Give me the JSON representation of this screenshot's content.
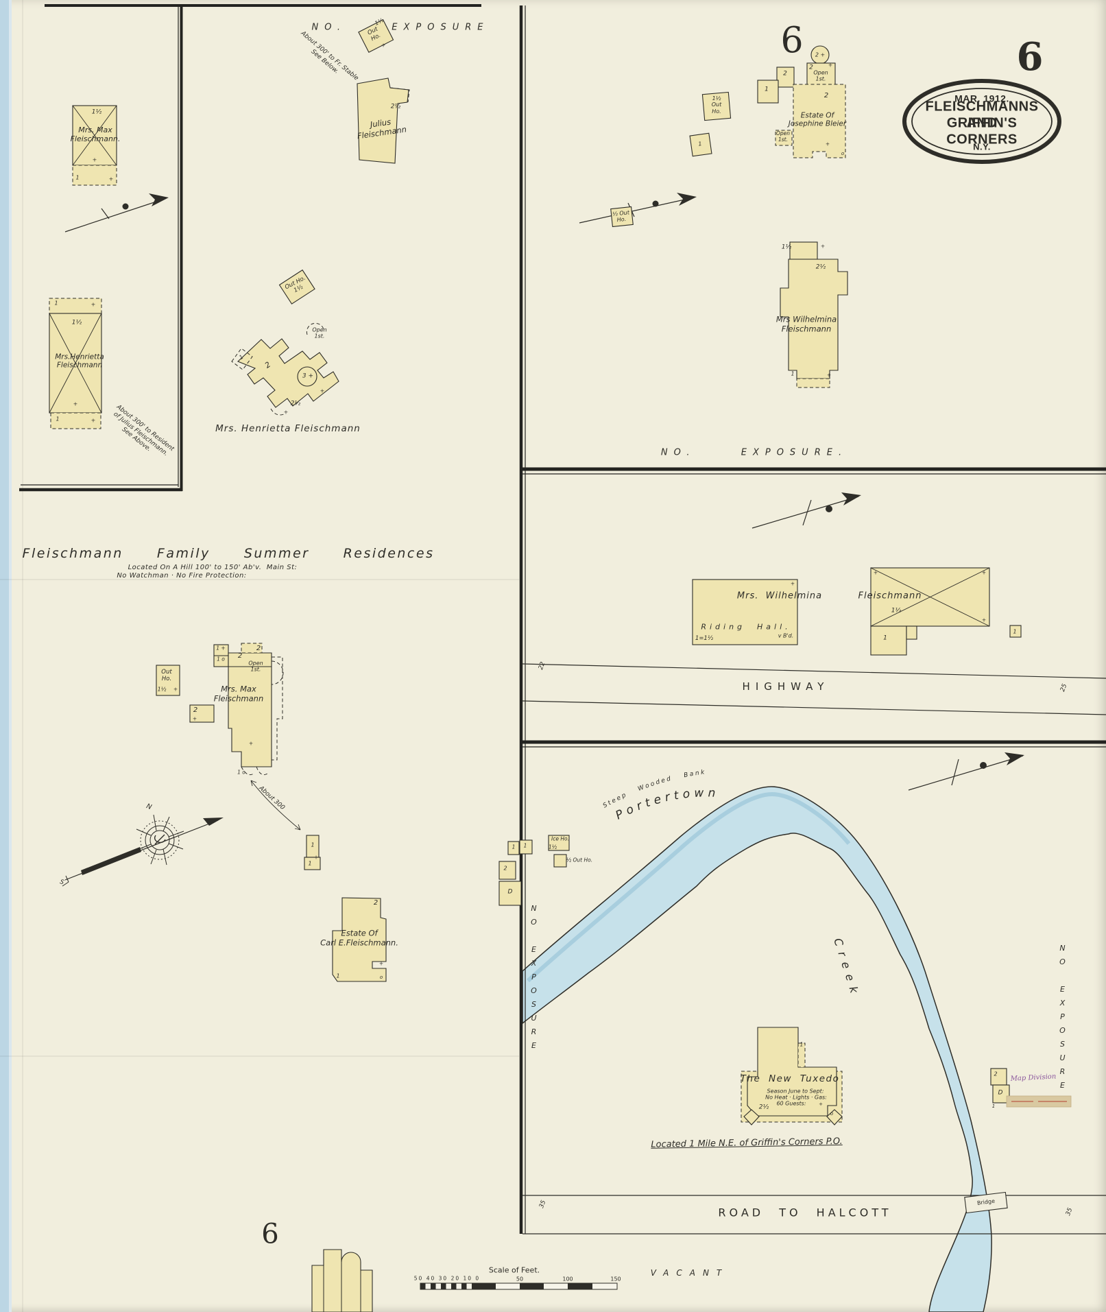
{
  "colors": {
    "paper": "#f1eedd",
    "building_fill": "#efe5b1",
    "creek_fill": "#c6e1ea",
    "ink": "#2e2d28",
    "page_edge_blue": "#bcd6e4",
    "stamp_purple": "#8a559c",
    "pasted_label_tan": "#d9c9a1"
  },
  "sheet": {
    "number_large": "6",
    "number_top": "6",
    "number_bottom": "6"
  },
  "stamp": {
    "date": "MAR. 1912.",
    "line1": "FLEISCHMANNS AND",
    "line2": "GRIFFIN'S CORNERS",
    "line3": "N.Y."
  },
  "inset": {
    "max_label": "Mrs. Max\nFleischmann.",
    "henrietta_label": "Mrs.Henrietta\nFleischmann",
    "note": "About 300' to Resident\nof Julius Fleischmann.\nSee Above."
  },
  "hill": {
    "no_exposure": "NO.  EXPOSURE",
    "out_ho": "Out\nHo.",
    "stable_note": "About 300' to Fr. Stable\nSee Below.",
    "julius_label": "Julius\nFleischmann",
    "out_ho_mid": "Out Ho.\n1½",
    "open_1st": "Open\n1st.",
    "henrietta_label": "Mrs. Henrietta Fleischmann",
    "title": "Fleischmann  Family  Summer  Residences",
    "subtitle1": "Located On A Hill 100' to 150' Ab'v.  Main St:",
    "subtitle2": "No Watchman · No Fire Protection:",
    "max_label": "Mrs. Max\nFleischmann",
    "open_max": "Open\n1st.",
    "about_300": "About 300",
    "carl_label": "Estate Of\nCarl E.Fleischmann."
  },
  "compass": {
    "n": "N",
    "s": "S"
  },
  "panel_a": {
    "out_ho": "1½\nOut\nHo.",
    "circle_mark": "2 +",
    "open_top": "Open\n1st.",
    "open_small": "Open\n1st.",
    "bleier_label": "Estate Of\nJosephine Bleier",
    "out_ho2": "½ Out\nHo.",
    "wilhelmina_label": "Mrs Wilhelmina\nFleischmann",
    "no_exposure": "NO.  EXPOSURE."
  },
  "panel_b": {
    "name_left": "Mrs.  Wilhelmina",
    "name_right": "Fleischmann",
    "riding_hall": "Riding  Hall.",
    "mark1": "1=1½",
    "vbd": "v B'd.",
    "highway": "HIGHWAY",
    "w22": "22",
    "w25": "25"
  },
  "panel_c": {
    "no_exposure_left": "NO EXPOSURE",
    "no_exposure_right": "NO EXPOSURE",
    "steep_bank": "Steep  Wooded  Bank",
    "portertown": "Portertown",
    "creek": "Creek",
    "ice_ho": "Ice Ho.",
    "out_ho": "½ Out Ho.",
    "tuxedo": "The New Tuxedo",
    "tuxedo_sub1": "Season June to Sept:",
    "tuxedo_sub2": "No Heat · Lights · Gas:",
    "tuxedo_sub3": "60 Guests:",
    "map_division": "Map Division",
    "located": "Located 1 Mile N.E. of Griffin's Corners P.O.",
    "road": "ROAD TO HALCOTT",
    "bridge": "Bridge",
    "w35": "35",
    "vacant": "VACANT"
  },
  "scale": {
    "title": "Scale of Feet.",
    "left_numbers": "50 40 30 20 10 0",
    "n50": "50",
    "n100": "100",
    "n150": "150"
  },
  "marks": {
    "one": "1",
    "two": "2",
    "half1": "1½",
    "half2": "2½",
    "plus": "+",
    "circle": "o",
    "three_plus": "3 +",
    "d": "D",
    "one_o": "1 o",
    "one_plus": "1 +"
  }
}
